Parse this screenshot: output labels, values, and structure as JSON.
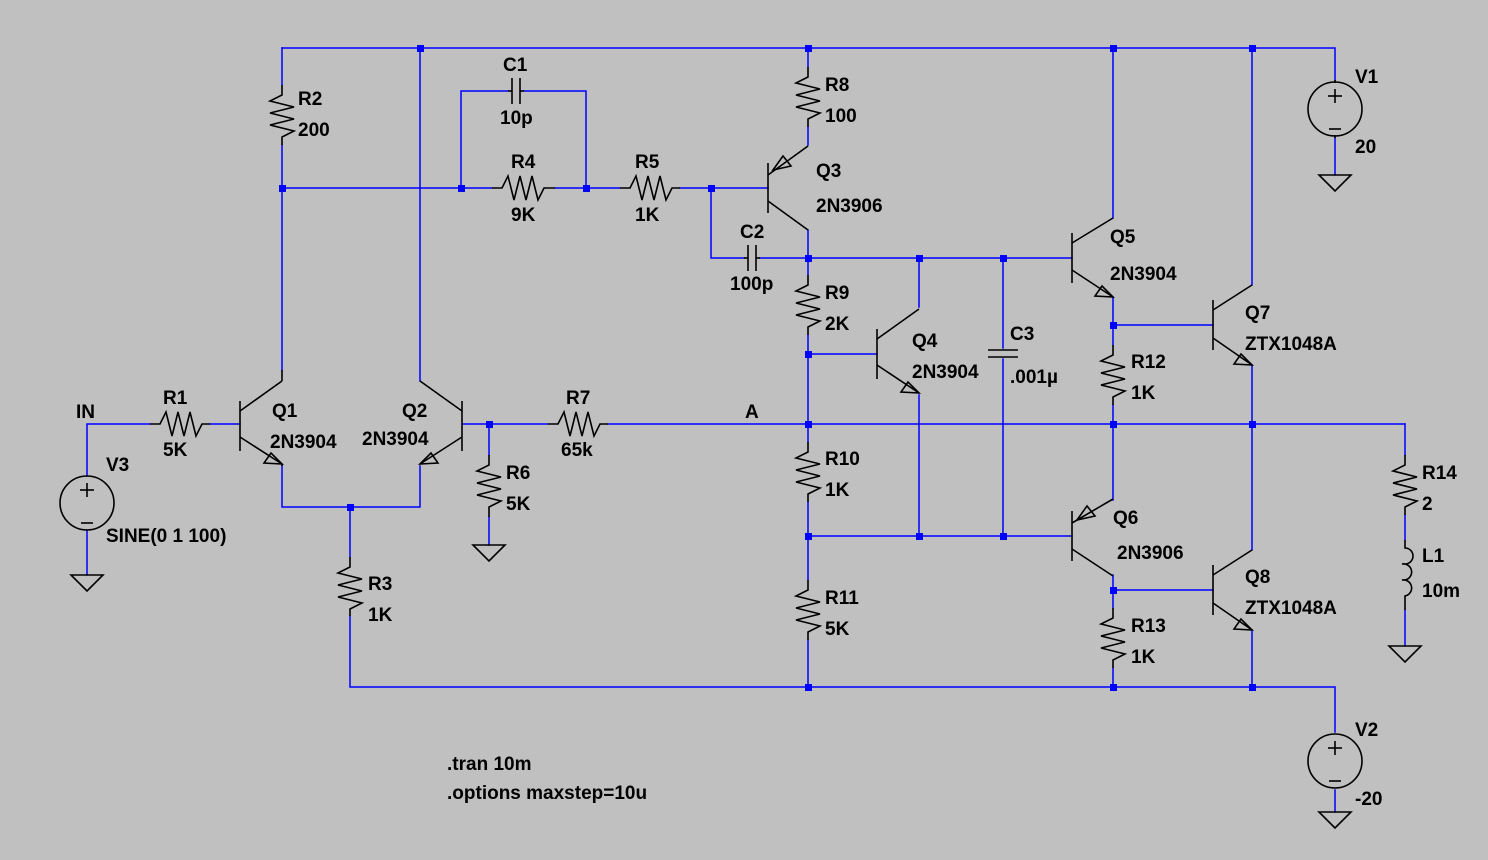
{
  "colors": {
    "background": "#c0c0c0",
    "wire": "#0000ff",
    "symbol": "#000000"
  },
  "net_labels": {
    "input": "IN",
    "node_a": "A"
  },
  "components": {
    "r1": {
      "ref": "R1",
      "value": "5K"
    },
    "r2": {
      "ref": "R2",
      "value": "200"
    },
    "r3": {
      "ref": "R3",
      "value": "1K"
    },
    "r4": {
      "ref": "R4",
      "value": "9K"
    },
    "r5": {
      "ref": "R5",
      "value": "1K"
    },
    "r6": {
      "ref": "R6",
      "value": "5K"
    },
    "r7": {
      "ref": "R7",
      "value": "65k"
    },
    "r8": {
      "ref": "R8",
      "value": "100"
    },
    "r9": {
      "ref": "R9",
      "value": "2K"
    },
    "r10": {
      "ref": "R10",
      "value": "1K"
    },
    "r11": {
      "ref": "R11",
      "value": "5K"
    },
    "r12": {
      "ref": "R12",
      "value": "1K"
    },
    "r13": {
      "ref": "R13",
      "value": "1K"
    },
    "r14": {
      "ref": "R14",
      "value": "2"
    },
    "c1": {
      "ref": "C1",
      "value": "10p"
    },
    "c2": {
      "ref": "C2",
      "value": "100p"
    },
    "c3": {
      "ref": "C3",
      "value": ".001µ"
    },
    "l1": {
      "ref": "L1",
      "value": "10m"
    },
    "q1": {
      "ref": "Q1",
      "value": "2N3904"
    },
    "q2": {
      "ref": "Q2",
      "value": "2N3904"
    },
    "q3": {
      "ref": "Q3",
      "value": "2N3906"
    },
    "q4": {
      "ref": "Q4",
      "value": "2N3904"
    },
    "q5": {
      "ref": "Q5",
      "value": "2N3904"
    },
    "q6": {
      "ref": "Q6",
      "value": "2N3906"
    },
    "q7": {
      "ref": "Q7",
      "value": "ZTX1048A"
    },
    "q8": {
      "ref": "Q8",
      "value": "ZTX1048A"
    },
    "v1": {
      "ref": "V1",
      "value": "20"
    },
    "v2": {
      "ref": "V2",
      "value": "-20"
    },
    "v3": {
      "ref": "V3",
      "value": "SINE(0 1 100)"
    }
  },
  "directives": [
    ".tran 10m",
    ".options maxstep=10u"
  ]
}
